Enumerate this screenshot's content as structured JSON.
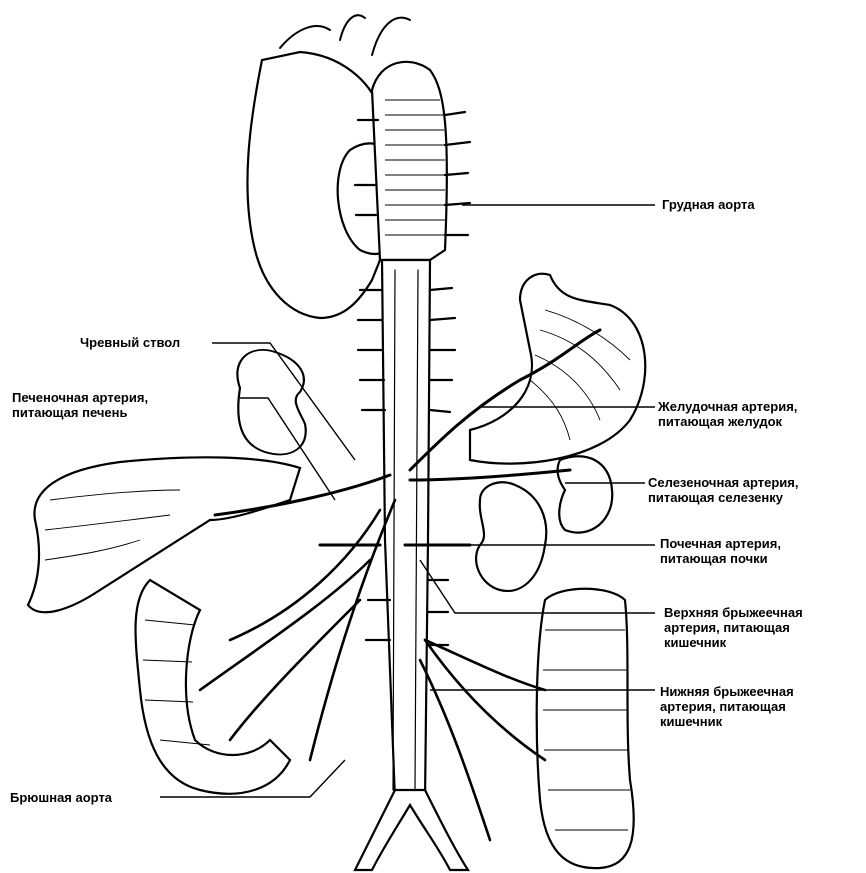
{
  "labels": {
    "thoracic_aorta": "Грудная аорта",
    "celiac_trunk": "Чревный ствол",
    "hepatic_artery": [
      "Печеночная артерия,",
      "питающая печень"
    ],
    "gastric_artery": [
      "Желудочная артерия,",
      "питающая желудок"
    ],
    "splenic_artery": [
      "Селезеночная артерия,",
      "питающая селезенку"
    ],
    "renal_artery": [
      "Почечная артерия,",
      "питающая почки"
    ],
    "superior_mesenteric": [
      "Верхняя брыжеечная",
      "артерия, питающая",
      "кишечник"
    ],
    "inferior_mesenteric": [
      "Нижняя брыжеечная",
      "артерия, питающая",
      "кишечник"
    ],
    "abdominal_aorta": "Брюшная аорта"
  }
}
